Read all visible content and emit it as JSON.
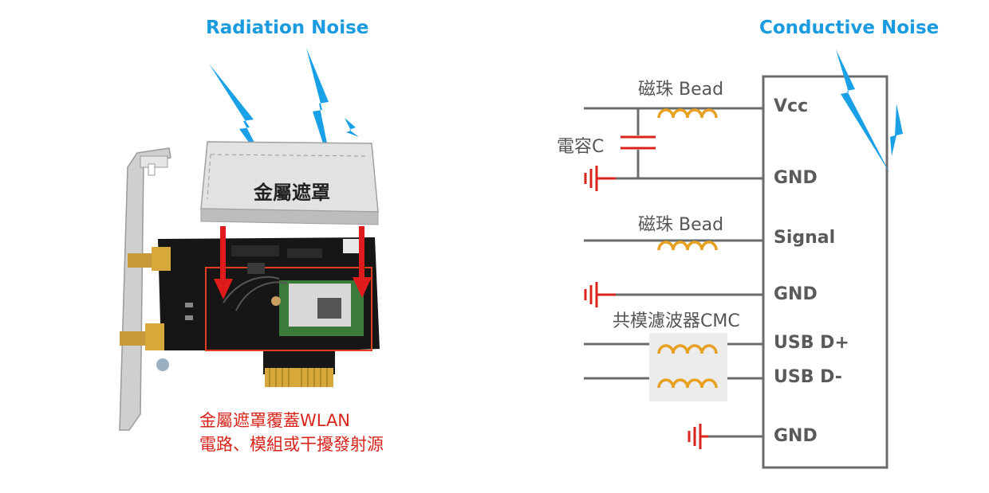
{
  "left": {
    "title": "Radiation Noise",
    "shield_label": "金屬遮罩",
    "caption_line1": "金屬遮罩覆蓋WLAN",
    "caption_line2": "電路、模組或干擾發射源"
  },
  "right": {
    "title": "Conductive Noise",
    "bead_label_1": "磁珠 Bead",
    "capacitor_label": "電容C",
    "bead_label_2": "磁珠 Bead",
    "cmc_label": "共模濾波器CMC",
    "pins": [
      "Vcc",
      "GND",
      "Signal",
      "GND",
      "USB D+",
      "USB D-",
      "GND"
    ]
  },
  "colors": {
    "title_blue": "#1a9be0",
    "lightning_blue": "#1aa0e6",
    "arrow_red": "#e01b1b",
    "coil_orange": "#e8a020",
    "wire_gray": "#6b6b6b",
    "ground_red": "#d9241b"
  }
}
